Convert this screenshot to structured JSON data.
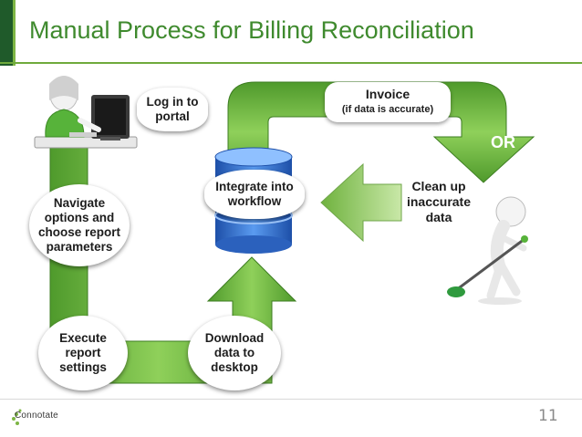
{
  "slide": {
    "title": "Manual Process for Billing Reconciliation",
    "page_number": "11",
    "logo_text": "Connotate"
  },
  "steps": {
    "log_in": "Log in to portal",
    "navigate": "Navigate options and choose report parameters",
    "execute": "Execute report settings",
    "download": "Download data to desktop",
    "integrate": "Integrate into workflow",
    "invoice_main": "Invoice",
    "invoice_sub": "(if data is accurate)",
    "or": "OR",
    "clean_up": "Clean up inaccurate data"
  },
  "colors": {
    "accent": "#3f8a2e",
    "arrow_green": "#6fb23e",
    "database_blue": "#2f6fd1"
  },
  "icons": [
    "person-at-computer-icon",
    "database-icon",
    "person-sweeping-icon",
    "connotate-logo"
  ]
}
